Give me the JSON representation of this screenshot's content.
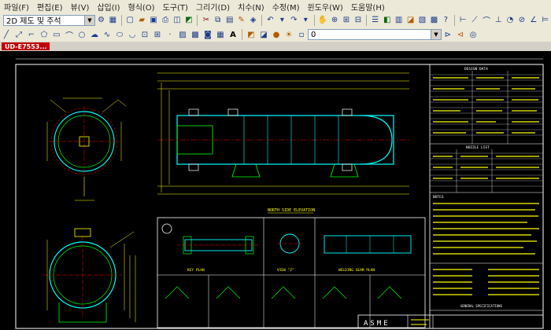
{
  "menu": {
    "items": [
      "파일(F)",
      "편집(E)",
      "뷰(V)",
      "삽입(I)",
      "형식(O)",
      "도구(T)",
      "그리기(D)",
      "치수(N)",
      "수정(M)",
      "윈도우(W)",
      "도움말(H)"
    ]
  },
  "toolbar": {
    "workspace_value": "2D 제도 및 주석",
    "layer_value": "0",
    "text_tool_label": "A"
  },
  "document": {
    "tab_label": "UD-E7553..."
  },
  "drawing": {
    "views": {
      "north_side_elevation": "NORTH SIDE ELEVATION",
      "key_plan": "KEY PLAN",
      "view_z": "VIEW \"Z\"",
      "welding_seam_plan": "WELDING SEAM PLAN"
    },
    "tables": {
      "design_data": "DESIGN DATA",
      "nozzle_list": "NOZZLE LIST",
      "notes": "NOTES",
      "general_specifications": "GENERAL SPECIFICATIONS"
    },
    "title_block": {
      "code": "ASME"
    },
    "colors": {
      "background": "#000000",
      "yellow": "#ffff00",
      "green": "#00ff00",
      "cyan": "#00ffff",
      "red": "#ff0000",
      "white": "#ffffff"
    }
  }
}
